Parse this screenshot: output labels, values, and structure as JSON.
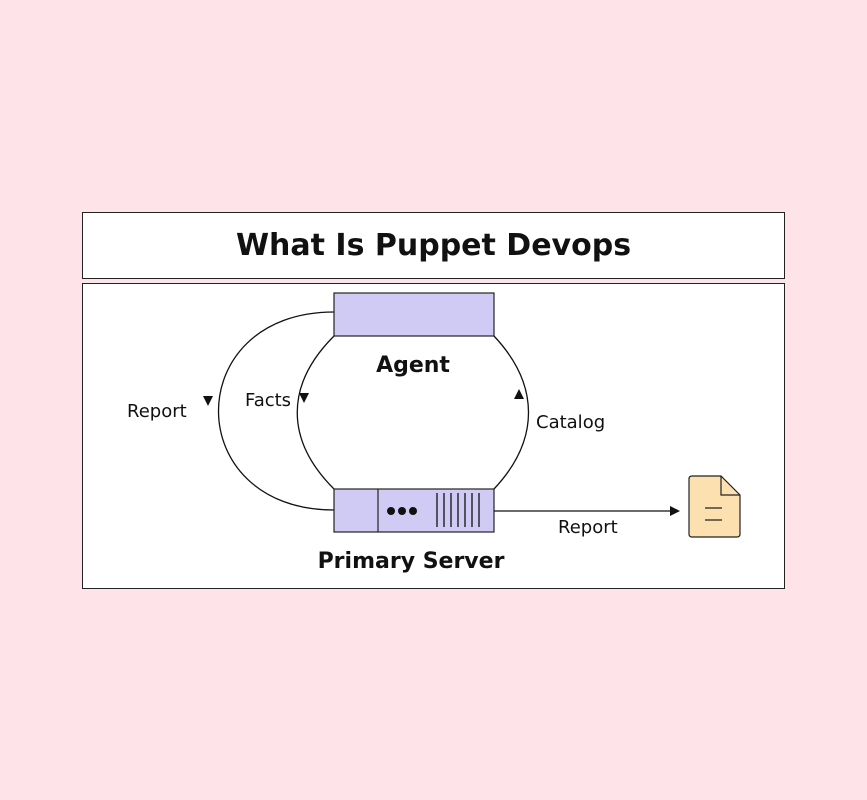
{
  "title": "What Is Puppet Devops",
  "nodes": {
    "agent": "Agent",
    "primary_server": "Primary Server"
  },
  "edges": {
    "report_left": "Report",
    "facts": "Facts",
    "catalog": "Catalog",
    "report_right": "Report"
  },
  "colors": {
    "background": "#fee4e8",
    "node_fill": "#d0cbf4",
    "document_fill": "#fde0b0"
  }
}
